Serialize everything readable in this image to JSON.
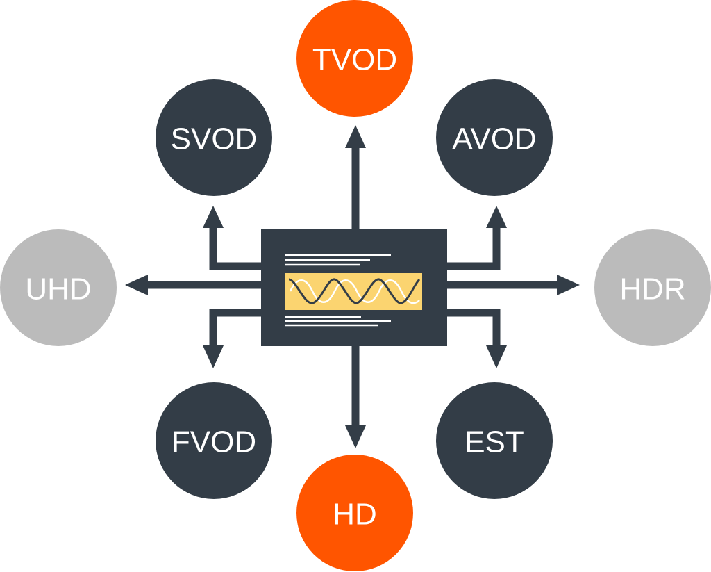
{
  "colors": {
    "dark": "#333d47",
    "orange": "#ff5500",
    "gray": "#bbbbbb",
    "screen_bg": "#fbd470",
    "wave_dark": "#333d47",
    "wave_light": "#ffffff",
    "text_lines": "#ffffff"
  },
  "nodes": {
    "tvod": {
      "label": "TVOD",
      "color": "orange"
    },
    "svod": {
      "label": "SVOD",
      "color": "dark"
    },
    "avod": {
      "label": "AVOD",
      "color": "dark"
    },
    "uhd": {
      "label": "UHD",
      "color": "gray"
    },
    "hdr": {
      "label": "HDR",
      "color": "gray"
    },
    "fvod": {
      "label": "FVOD",
      "color": "dark"
    },
    "est": {
      "label": "EST",
      "color": "dark"
    },
    "hd": {
      "label": "HD",
      "color": "orange"
    }
  },
  "center": {
    "icon": "video-screen-with-waveform-icon"
  },
  "arrow_icon": "arrow-icon"
}
